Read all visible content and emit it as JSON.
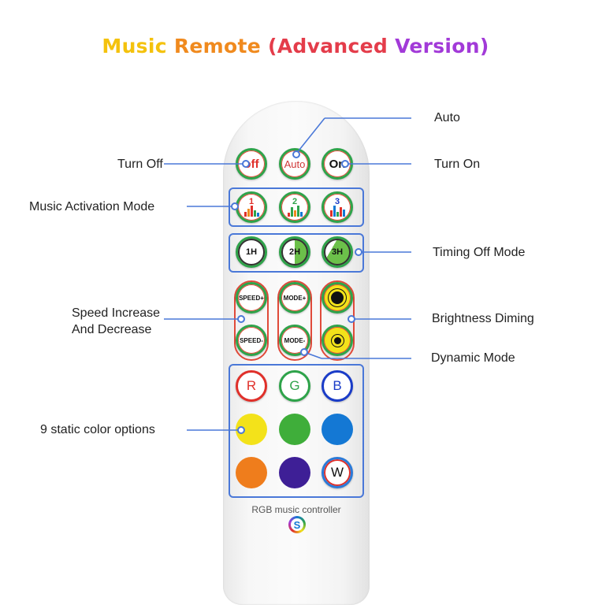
{
  "title_words": [
    "Music",
    "Remote",
    "(Advanced",
    "Version)"
  ],
  "labels": {
    "auto": "Auto",
    "turn_off": "Turn Off",
    "turn_on": "Turn On",
    "music_activation": "Music Activation Mode",
    "timing_off": "Timing Off Mode",
    "speed_line1": "Speed Increase",
    "speed_line2": "And Decrease",
    "brightness": "Brightness Diming",
    "dynamic": "Dynamic Mode",
    "static_colors": "9 static color options"
  },
  "buttons": {
    "off": "off",
    "auto": "Auto",
    "on": "On",
    "music": [
      "1",
      "2",
      "3"
    ],
    "timer": [
      "1H",
      "2H",
      "3H"
    ],
    "speed_plus": "SPEED+",
    "speed_minus": "SPEED-",
    "mode_plus": "MODE+",
    "mode_minus": "MODE-",
    "r": "R",
    "g": "G",
    "b": "B",
    "w": "W"
  },
  "brand": "RGB music controller",
  "brand_logo": "S",
  "colors": {
    "callout": "#4a78d8",
    "yellow": "#f3e21a",
    "green": "#2ea34a",
    "blue": "#1478d4",
    "orange": "#ef7d1c",
    "purple": "#3e1f96"
  }
}
